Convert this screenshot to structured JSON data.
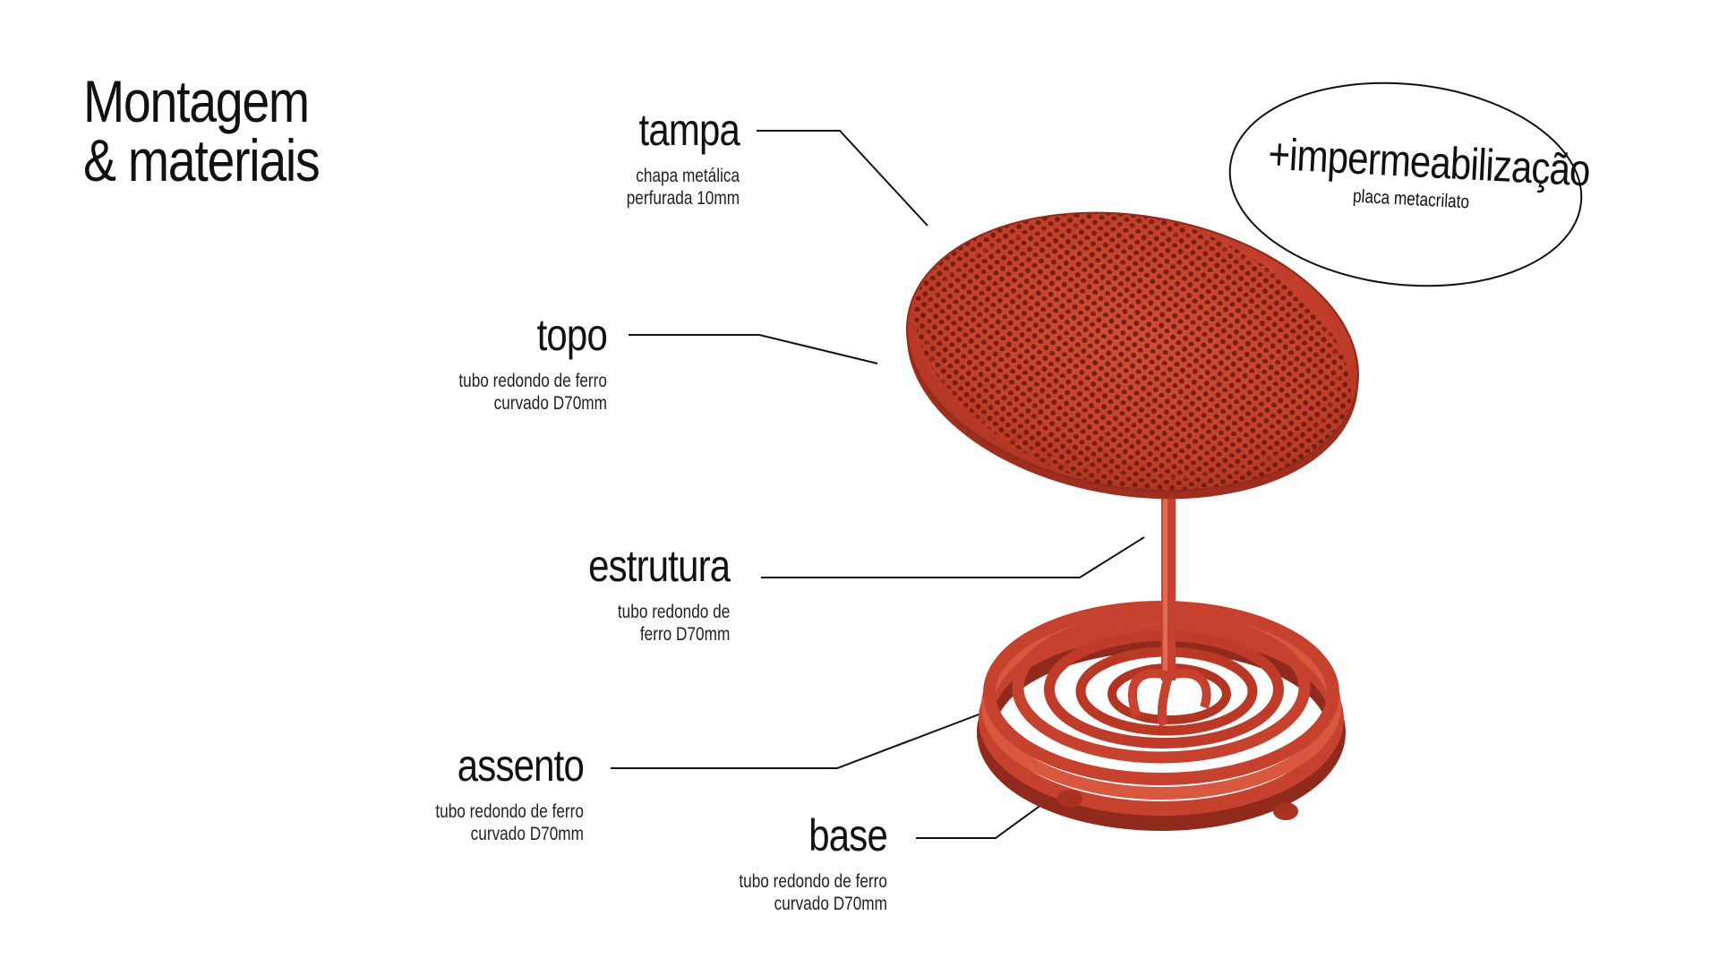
{
  "title": {
    "line1": "Montagem",
    "line2": "& materiais"
  },
  "parts": {
    "tampa": {
      "name": "tampa",
      "desc1": "chapa metálica",
      "desc2": "perfurada 10mm"
    },
    "topo": {
      "name": "topo",
      "desc1": "tubo redondo de ferro",
      "desc2": "curvado D70mm"
    },
    "estrutura": {
      "name": "estrutura",
      "desc1": "tubo redondo de",
      "desc2": "ferro D70mm"
    },
    "assento": {
      "name": "assento",
      "desc1": "tubo redondo de ferro",
      "desc2": "curvado D70mm"
    },
    "base": {
      "name": "base",
      "desc1": "tubo redondo de ferro",
      "desc2": "curvado D70mm"
    }
  },
  "addon": {
    "name": "+impermeabilização",
    "desc": "placa metacrilato"
  },
  "colors": {
    "product": "#c7412f",
    "product_dark": "#9d2e20",
    "product_light": "#e0604a",
    "lines": "#111111"
  }
}
